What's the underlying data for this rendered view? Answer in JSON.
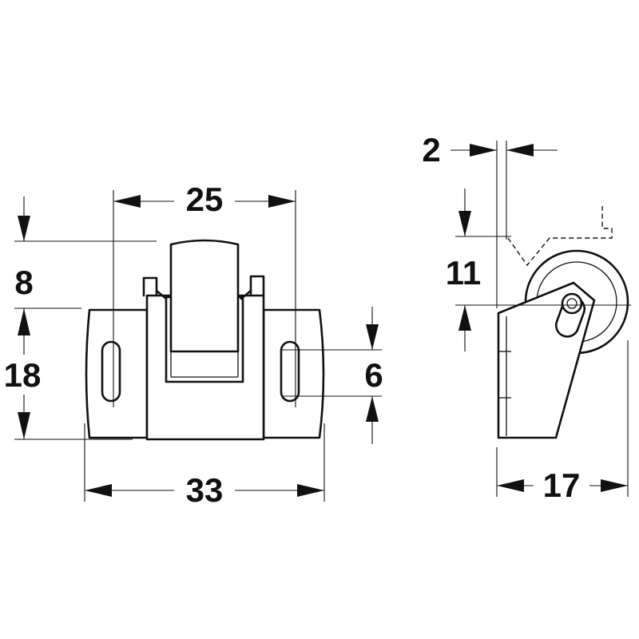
{
  "colors": {
    "line": "#111111",
    "background": "#ffffff"
  },
  "dimensions": {
    "width_top": "25",
    "height_upper": "8",
    "height_body": "18",
    "slot_height": "6",
    "width_bottom": "33",
    "side_offset": "2",
    "side_height": "11",
    "side_depth": "17"
  }
}
